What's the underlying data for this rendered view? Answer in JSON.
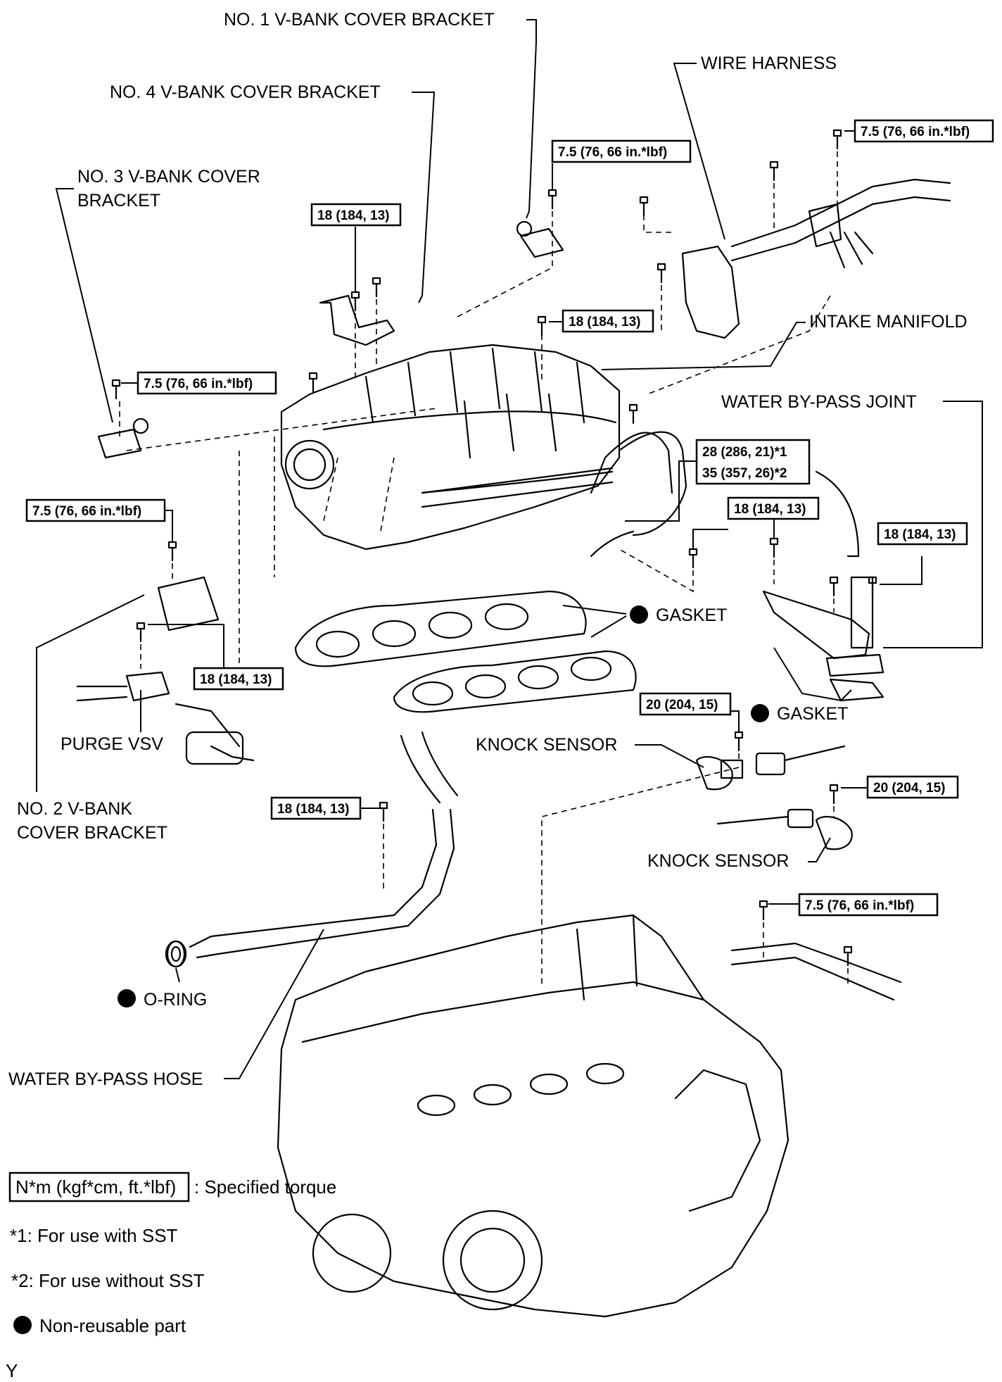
{
  "labels": {
    "no1_bracket": "NO. 1 V-BANK COVER BRACKET",
    "no4_bracket": "NO. 4 V-BANK COVER BRACKET",
    "no3_bracket_l1": "NO. 3 V-BANK COVER",
    "no3_bracket_l2": "BRACKET",
    "wire_harness": "WIRE HARNESS",
    "intake_manifold": "INTAKE MANIFOLD",
    "water_bypass_joint": "WATER BY-PASS JOINT",
    "gasket_1": "GASKET",
    "gasket_2": "GASKET",
    "purge_vsv": "PURGE VSV",
    "no2_bracket_l1": "NO. 2 V-BANK",
    "no2_bracket_l2": "COVER BRACKET",
    "knock_sensor_1": "KNOCK SENSOR",
    "knock_sensor_2": "KNOCK SENSOR",
    "o_ring": "O-RING",
    "water_bypass_hose": "WATER BY-PASS HOSE"
  },
  "torques": {
    "t1": "7.5 (76, 66 in.*lbf)",
    "t2": "7.5 (76, 66 in.*lbf)",
    "t3": "18 (184, 13)",
    "t4": "18 (184, 13)",
    "t5": "7.5 (76, 66 in.*lbf)",
    "t6_l1": "28 (286, 21)*1",
    "t6_l2": "35 (357, 26)*2",
    "t7": "7.5 (76, 66 in.*lbf)",
    "t8": "18 (184, 13)",
    "t9": "18 (184, 13)",
    "t10": "18 (184, 13)",
    "t11": "20 (204, 15)",
    "t12": "20 (204, 15)",
    "t13": "18 (184, 13)",
    "t14": "7.5 (76, 66 in.*lbf)"
  },
  "legend": {
    "torque_box": "N*m (kgf*cm, ft.*lbf)",
    "torque_text": ": Specified torque",
    "note1": "*1: For use with SST",
    "note2": "*2: For use without SST",
    "nonreusable": "Non-reusable part"
  },
  "corner_mark": "Y"
}
